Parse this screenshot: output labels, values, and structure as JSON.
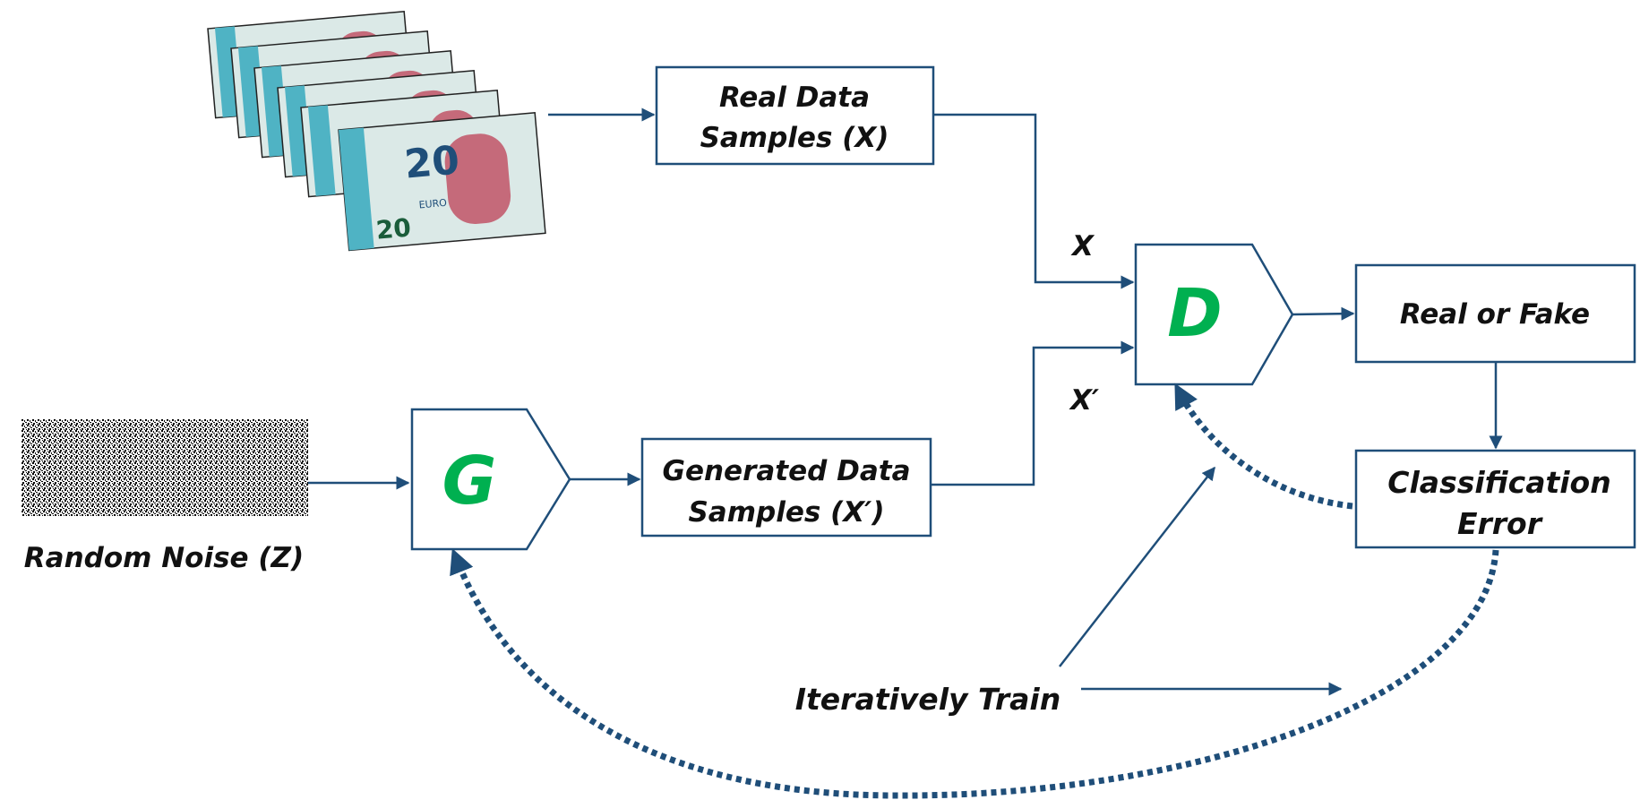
{
  "colors": {
    "line": "#1f4e79",
    "letter": "#00b050",
    "error_text": "#ff0000",
    "text": "#111111",
    "banknote_base": "#dbe9e7",
    "banknote_accent": "#4fb3c4",
    "banknote_arch": "#c56a7a"
  },
  "banknotes": {
    "denomination": "20",
    "euro": "EURO",
    "count": 6
  },
  "real_data_box": {
    "line1": "Real Data",
    "line2": "Samples (X)"
  },
  "generated_data_box": {
    "line1": "Generated Data",
    "line2": "Samples (X′)"
  },
  "real_or_fake_box": {
    "label": "Real or Fake"
  },
  "classification_error_box": {
    "line1": "Classification",
    "line2": "Error"
  },
  "discriminator": {
    "letter": "D"
  },
  "generator": {
    "letter": "G"
  },
  "edge_labels": {
    "x": "X",
    "x_prime": "X′"
  },
  "random_noise": {
    "label": "Random Noise (Z)"
  },
  "iteratively_train": {
    "label": "Iteratively Train"
  }
}
